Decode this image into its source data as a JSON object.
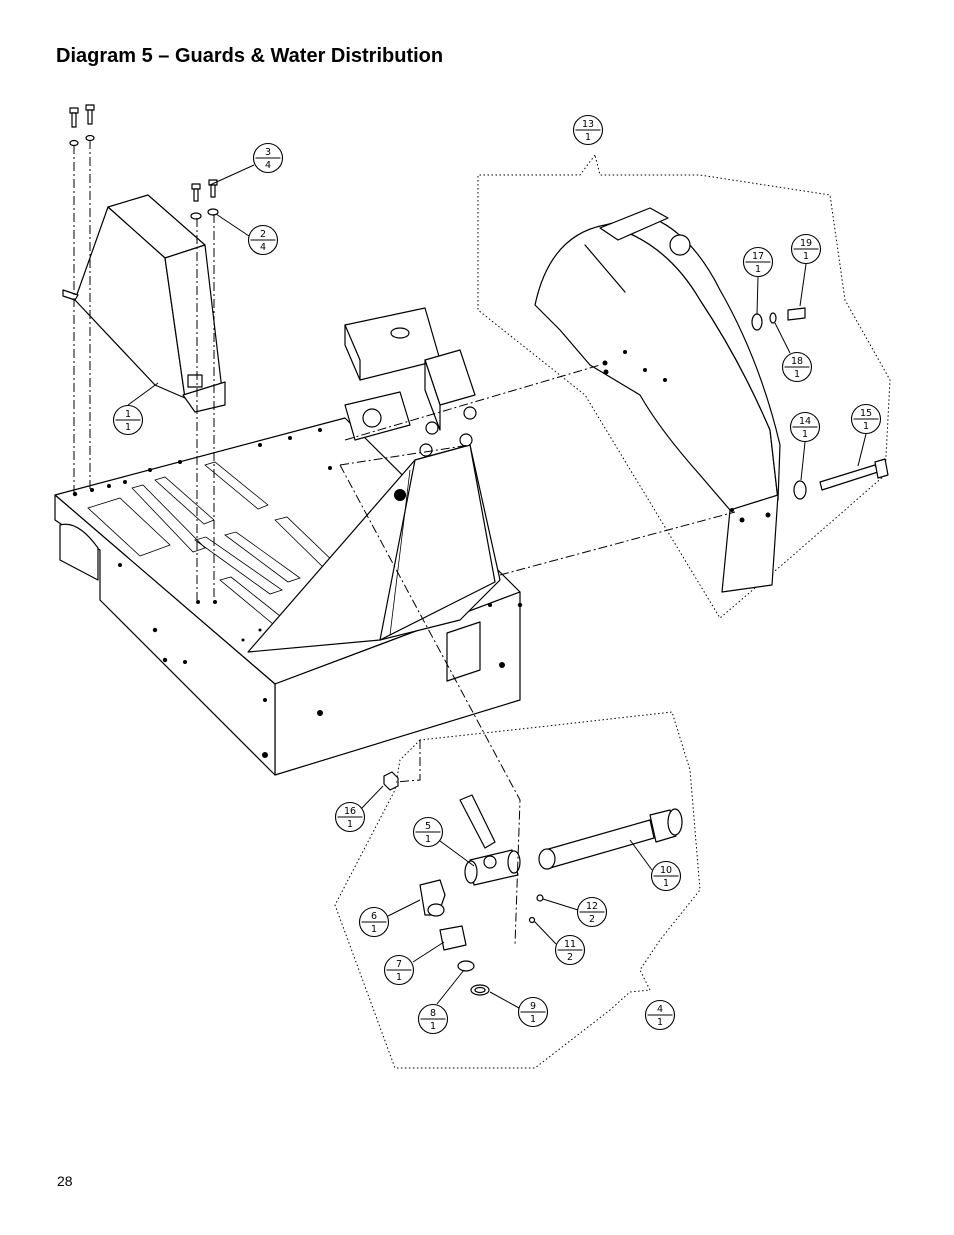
{
  "title": "Diagram 5 – Guards & Water Distribution",
  "page_number": "28",
  "callouts": [
    {
      "item": "1",
      "qty": "1"
    },
    {
      "item": "2",
      "qty": "4"
    },
    {
      "item": "3",
      "qty": "4"
    },
    {
      "item": "4",
      "qty": "1"
    },
    {
      "item": "5",
      "qty": "1"
    },
    {
      "item": "6",
      "qty": "1"
    },
    {
      "item": "7",
      "qty": "1"
    },
    {
      "item": "8",
      "qty": "1"
    },
    {
      "item": "9",
      "qty": "1"
    },
    {
      "item": "10",
      "qty": "1"
    },
    {
      "item": "11",
      "qty": "2"
    },
    {
      "item": "12",
      "qty": "2"
    },
    {
      "item": "13",
      "qty": "1"
    },
    {
      "item": "14",
      "qty": "1"
    },
    {
      "item": "15",
      "qty": "1"
    },
    {
      "item": "16",
      "qty": "1"
    },
    {
      "item": "17",
      "qty": "1"
    },
    {
      "item": "18",
      "qty": "1"
    },
    {
      "item": "19",
      "qty": "1"
    }
  ]
}
